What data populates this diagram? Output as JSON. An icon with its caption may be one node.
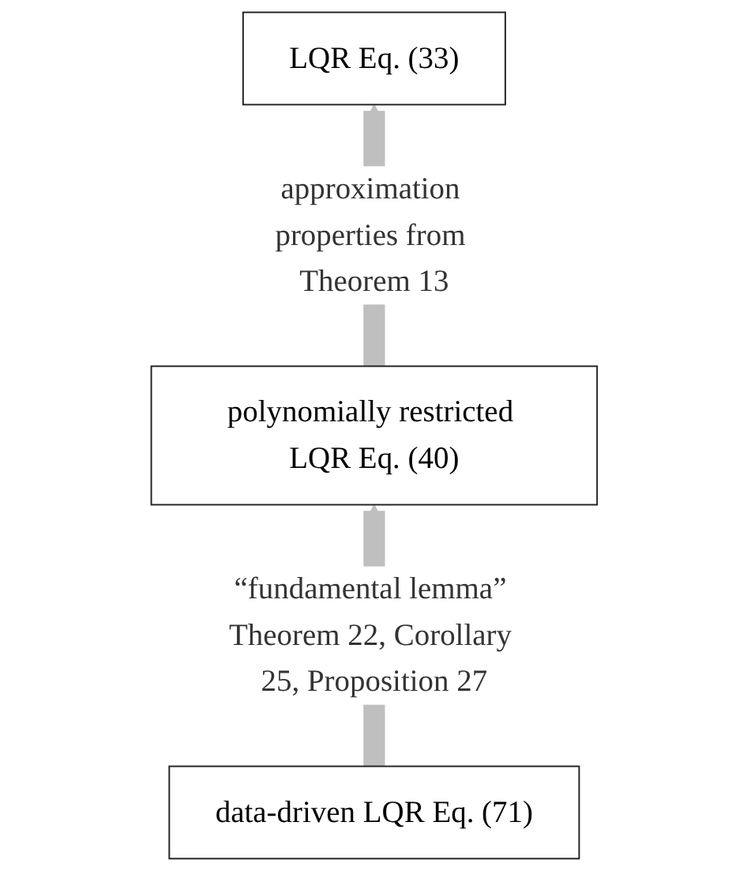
{
  "diagram": {
    "nodes": [
      {
        "text": [
          "LQR Eq. (33)"
        ]
      },
      {
        "text": [
          "polynomially restricted LQR Eq. (40)"
        ]
      },
      {
        "text": [
          "data-driven LQR Eq. (71)"
        ]
      }
    ],
    "edges": [
      {
        "from": 2,
        "to": 1,
        "arrow": "to",
        "label": "“fundamental lemma” Theorem 22, Corollary 25, Proposition 27"
      },
      {
        "from": 1,
        "to": 0,
        "arrow": "to",
        "label": "approximation properties from Theorem 13"
      }
    ]
  }
}
